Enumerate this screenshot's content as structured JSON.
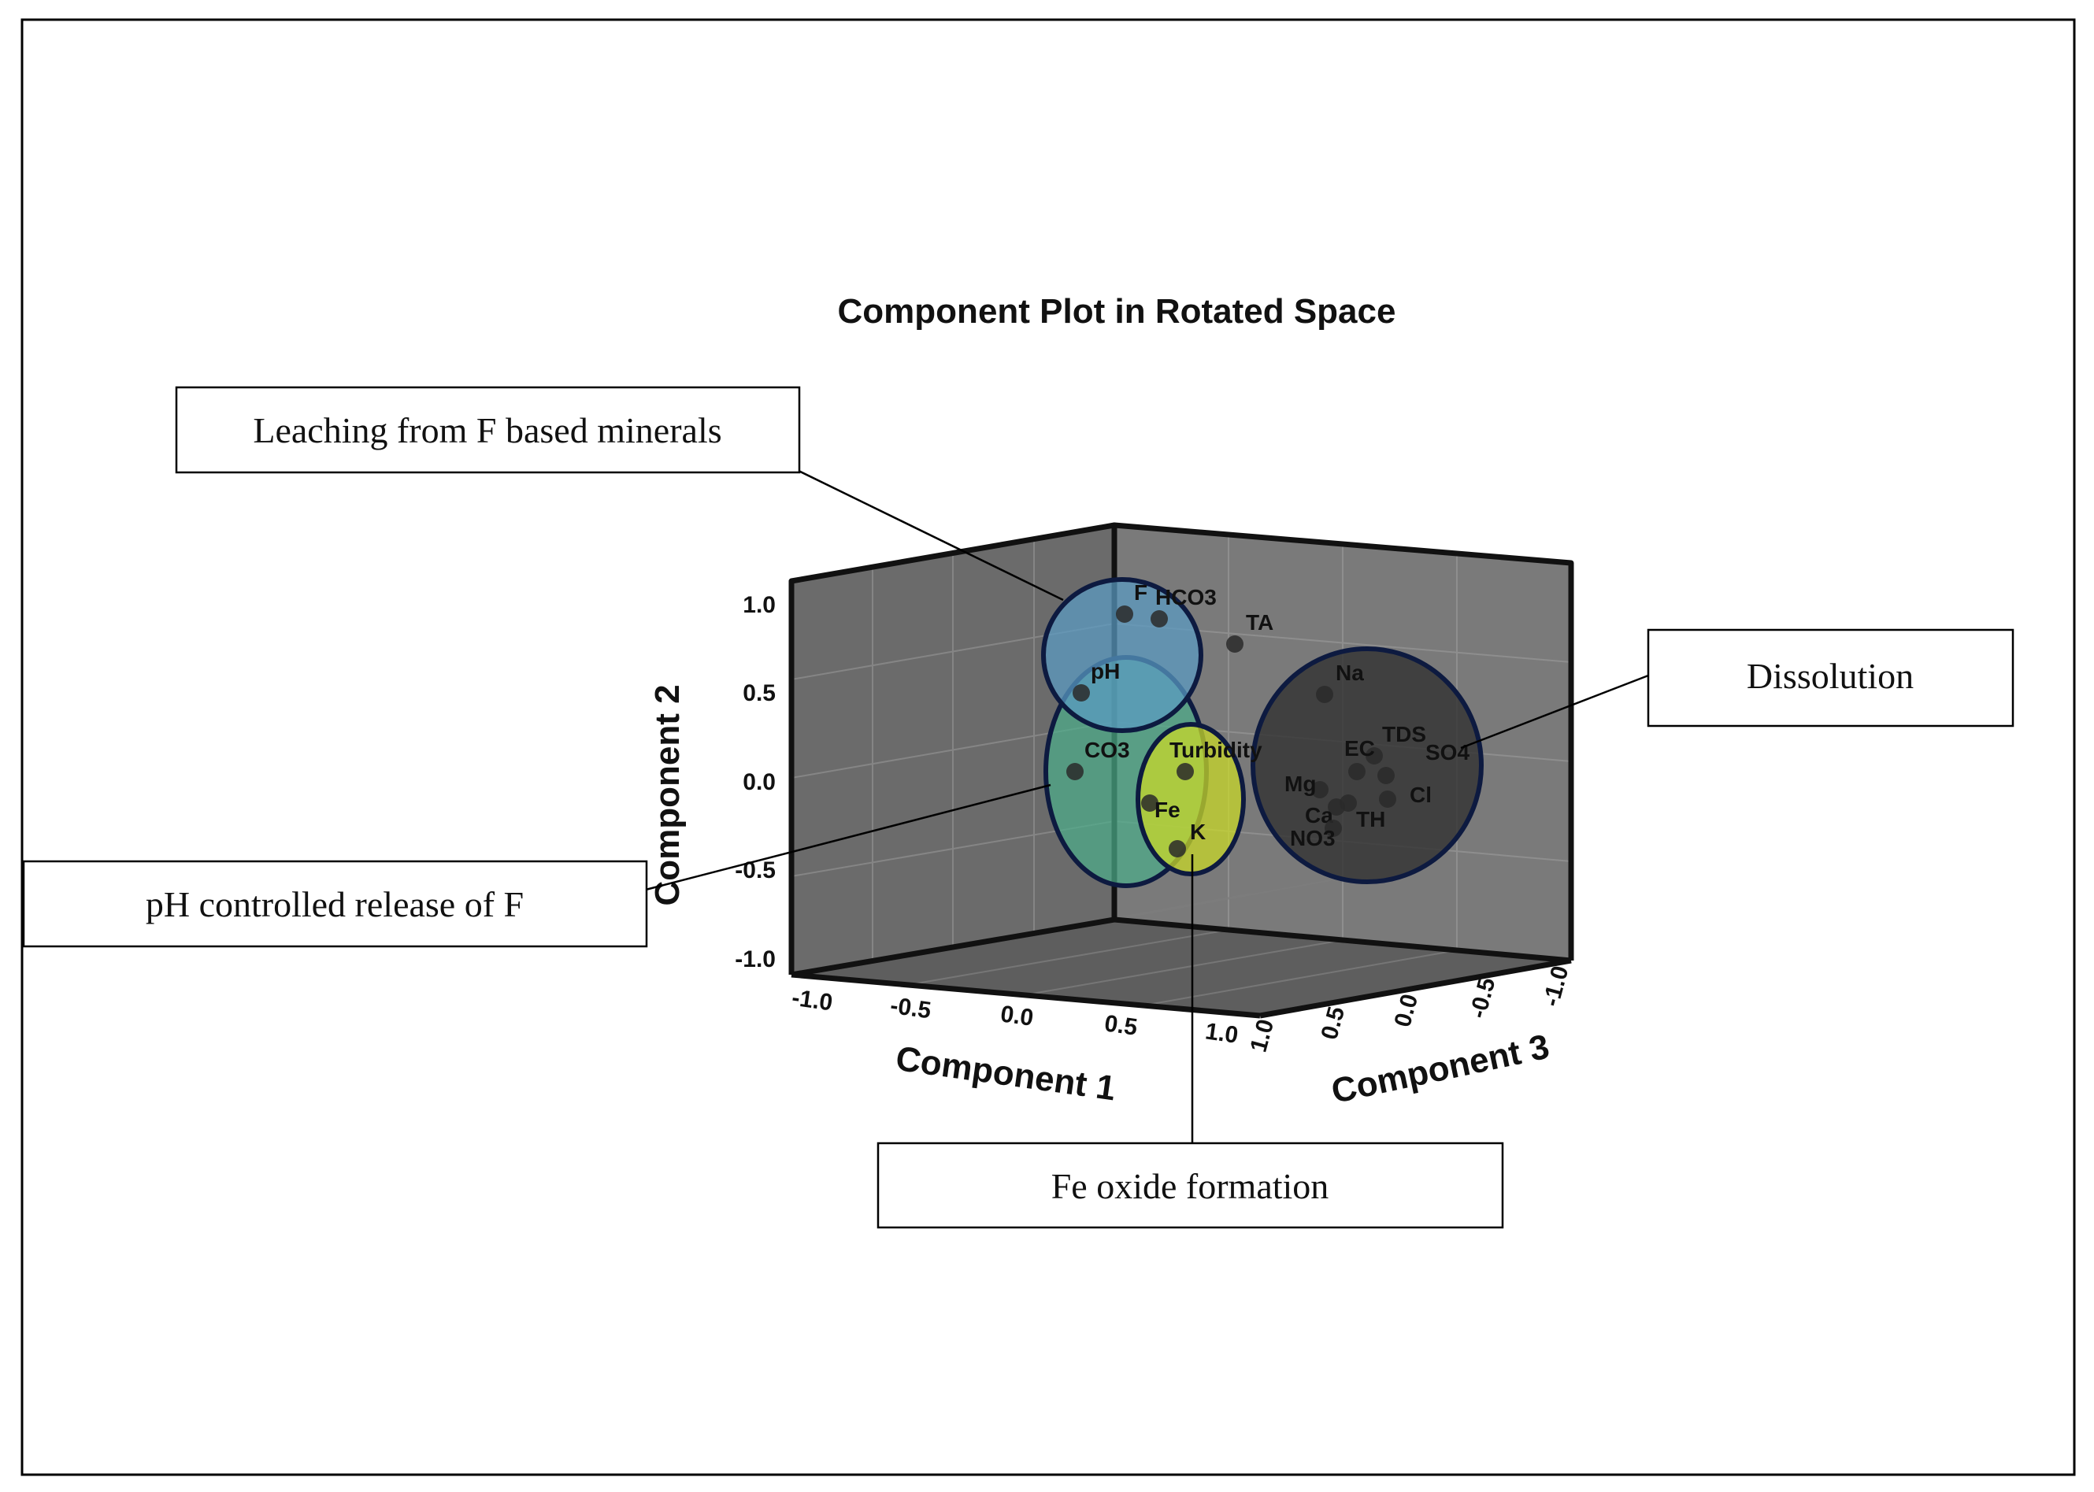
{
  "chart_data": {
    "type": "scatter",
    "projection": "3d",
    "title": "Component Plot in Rotated Space",
    "axes": {
      "x": {
        "label": "Component 1",
        "range": [
          -1.0,
          1.0
        ],
        "ticks": [
          "-1.0",
          "-0.5",
          "0.0",
          "0.5",
          "1.0"
        ]
      },
      "y": {
        "label": "Component 2",
        "range": [
          -1.0,
          1.0
        ],
        "ticks": [
          "-1.0",
          "-0.5",
          "0.0",
          "0.5",
          "1.0"
        ]
      },
      "z": {
        "label": "Component 3",
        "range": [
          -1.0,
          1.0
        ],
        "ticks": [
          "1.0",
          "0.5",
          "0.0",
          "-0.5",
          "-1.0"
        ]
      }
    },
    "grid": true,
    "points": [
      {
        "label": "F",
        "x": 0.0,
        "y": 0.95,
        "z": -0.2
      },
      {
        "label": "HCO3",
        "x": 0.15,
        "y": 0.93,
        "z": -0.05
      },
      {
        "label": "TA",
        "x": 0.3,
        "y": 0.85,
        "z": 0.25
      },
      {
        "label": "pH",
        "x": -0.2,
        "y": 0.5,
        "z": 0.05
      },
      {
        "label": "CO3",
        "x": -0.1,
        "y": 0.05,
        "z": -0.15
      },
      {
        "label": "Turbidity",
        "x": 0.35,
        "y": 0.05,
        "z": 0.1
      },
      {
        "label": "Fe",
        "x": 0.05,
        "y": -0.15,
        "z": 0.05
      },
      {
        "label": "K",
        "x": 0.25,
        "y": -0.35,
        "z": 0.0
      },
      {
        "label": "Na",
        "x": 0.2,
        "y": 0.6,
        "z": -0.55
      },
      {
        "label": "TDS",
        "x": 0.35,
        "y": 0.35,
        "z": -0.7
      },
      {
        "label": "SO4",
        "x": 0.45,
        "y": 0.2,
        "z": -0.85
      },
      {
        "label": "EC",
        "x": 0.25,
        "y": 0.2,
        "z": -0.55
      },
      {
        "label": "Mg",
        "x": 0.15,
        "y": 0.05,
        "z": -0.5
      },
      {
        "label": "Cl",
        "x": 0.4,
        "y": 0.1,
        "z": -0.75
      },
      {
        "label": "Ca",
        "x": 0.2,
        "y": -0.1,
        "z": -0.55
      },
      {
        "label": "TH",
        "x": 0.35,
        "y": -0.1,
        "z": -0.7
      },
      {
        "label": "NO3",
        "x": 0.1,
        "y": -0.25,
        "z": -0.5
      }
    ],
    "groups": [
      {
        "name": "Leaching from F based minerals",
        "members": [
          "F",
          "HCO3",
          "pH"
        ],
        "color": "#5a9bc4"
      },
      {
        "name": "pH controlled release of F",
        "members": [
          "pH",
          "CO3",
          "Fe",
          "K",
          "Turbidity"
        ],
        "color": "#4bae8a"
      },
      {
        "name": "Fe oxide formation",
        "members": [
          "Turbidity",
          "Fe",
          "K"
        ],
        "color": "#c8d82a"
      },
      {
        "name": "Dissolution",
        "members": [
          "Na",
          "TDS",
          "SO4",
          "EC",
          "Mg",
          "Cl",
          "Ca",
          "TH",
          "NO3"
        ],
        "color": "#333333"
      }
    ]
  },
  "callouts": {
    "leaching": "Leaching from F based minerals",
    "ph_release": "pH controlled release of F",
    "dissolution": "Dissolution",
    "fe_oxide": "Fe oxide formation"
  },
  "colors": {
    "left_wall": "#6b6b6b",
    "back_wall": "#7a7a7a",
    "floor": "#5e5e5e",
    "box_edge": "#111111",
    "point": "#2a2a2a",
    "ellipse_edge": "#0d1a40"
  }
}
